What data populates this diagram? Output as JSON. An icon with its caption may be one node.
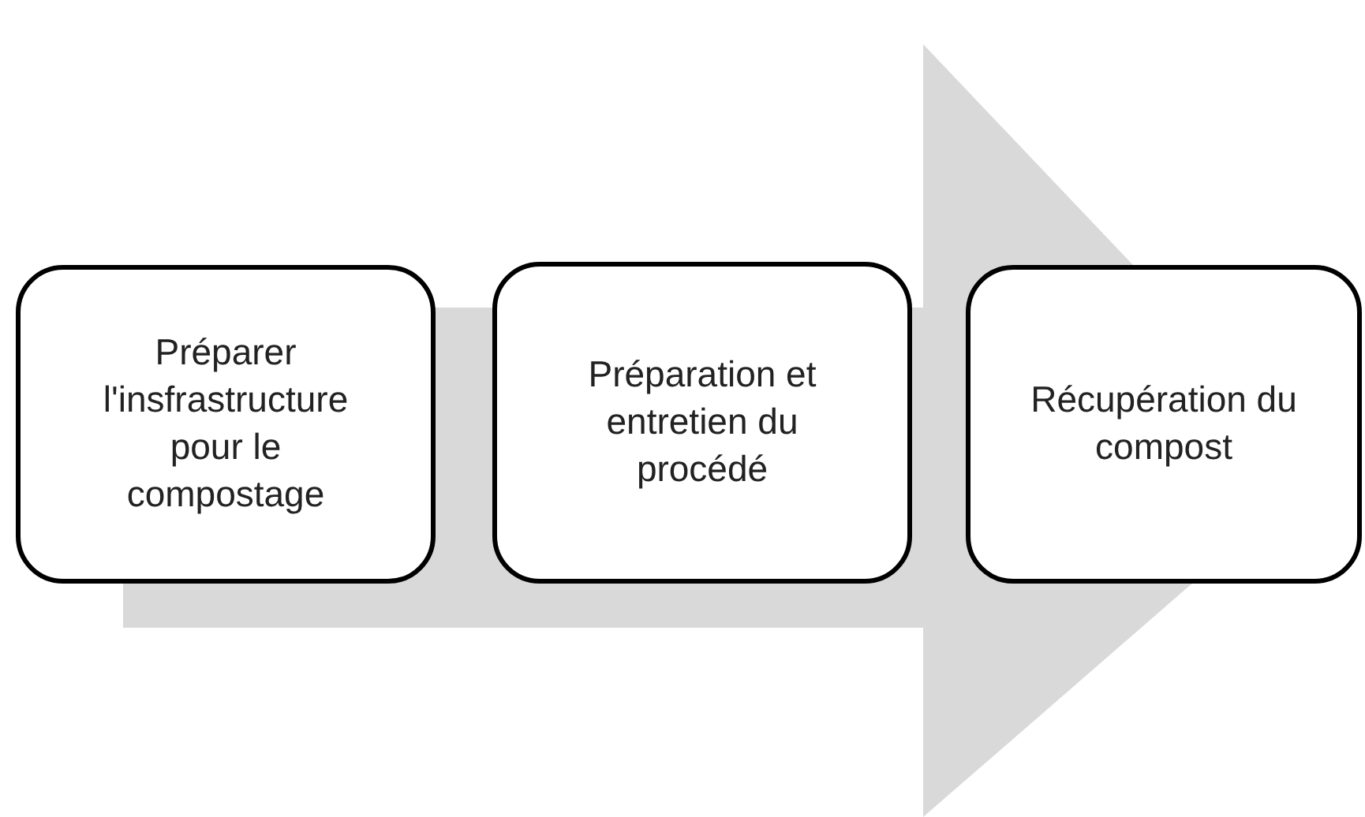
{
  "diagram": {
    "nodes": [
      {
        "text": [
          "Préparer l'insfrastructure pour le compostage"
        ]
      },
      {
        "text": [
          "Préparation et entretien du procédé"
        ]
      },
      {
        "text": [
          "Récupération du compost"
        ]
      }
    ],
    "edges": [
      {
        "from": 0,
        "to": 2,
        "arrow": "to"
      }
    ]
  }
}
